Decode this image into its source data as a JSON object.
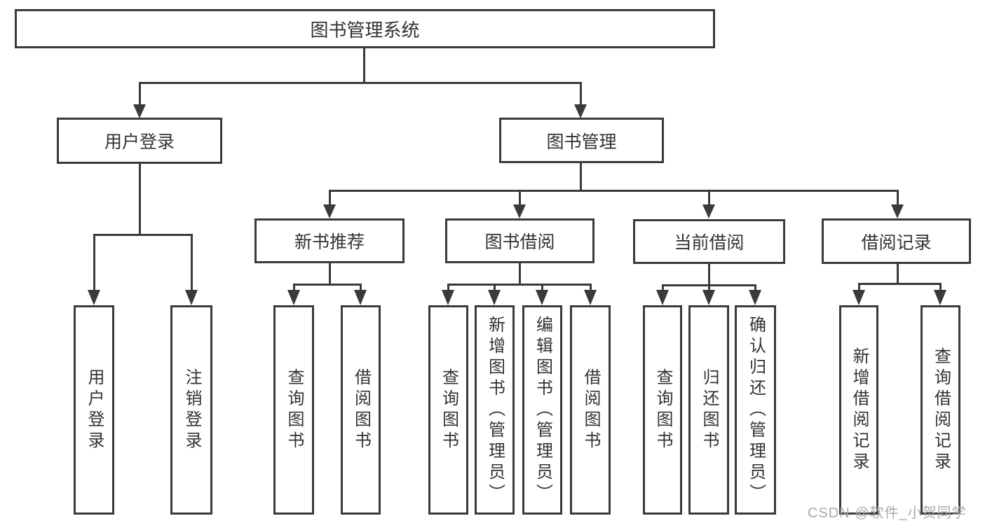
{
  "tree": {
    "label": "图书管理系统",
    "children": [
      {
        "label": "用户登录",
        "children": [
          {
            "label": "用户登录"
          },
          {
            "label": "注销登录"
          }
        ]
      },
      {
        "label": "图书管理",
        "children": [
          {
            "label": "新书推荐",
            "children": [
              {
                "label": "查询图书"
              },
              {
                "label": "借阅图书"
              }
            ]
          },
          {
            "label": "图书借阅",
            "children": [
              {
                "label": "查询图书"
              },
              {
                "label": "新增图书（管理员）"
              },
              {
                "label": "编辑图书（管理员）"
              },
              {
                "label": "借阅图书"
              }
            ]
          },
          {
            "label": "当前借阅",
            "children": [
              {
                "label": "查询图书"
              },
              {
                "label": "归还图书"
              },
              {
                "label": "确认归还（管理员）"
              }
            ]
          },
          {
            "label": "借阅记录",
            "children": [
              {
                "label": "新增借阅记录"
              },
              {
                "label": "查询借阅记录"
              }
            ]
          }
        ]
      }
    ]
  },
  "watermark": "CSDN @软件_小贺同学",
  "colors": {
    "line": "#3a3a3a",
    "text": "#333333",
    "box_background": "#ffffff",
    "watermark": "#a9a9a9"
  }
}
